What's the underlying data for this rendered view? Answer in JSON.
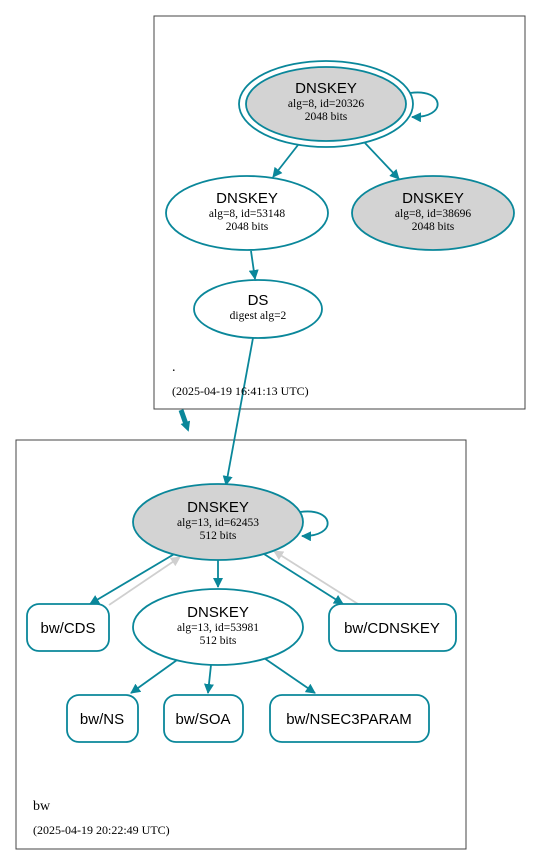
{
  "zones": {
    "root": {
      "name": ".",
      "timestamp": "(2025-04-19 16:41:13 UTC)"
    },
    "bw": {
      "name": "bw",
      "timestamp": "(2025-04-19 20:22:49 UTC)"
    }
  },
  "nodes": {
    "root_ksk": {
      "title": "DNSKEY",
      "line1": "alg=8, id=20326",
      "line2": "2048 bits"
    },
    "root_zsk1": {
      "title": "DNSKEY",
      "line1": "alg=8, id=53148",
      "line2": "2048 bits"
    },
    "root_zsk2": {
      "title": "DNSKEY",
      "line1": "alg=8, id=38696",
      "line2": "2048 bits"
    },
    "ds": {
      "title": "DS",
      "line1": "digest alg=2"
    },
    "bw_ksk": {
      "title": "DNSKEY",
      "line1": "alg=13, id=62453",
      "line2": "512 bits"
    },
    "bw_zsk": {
      "title": "DNSKEY",
      "line1": "alg=13, id=53981",
      "line2": "512 bits"
    },
    "cds": {
      "title": "bw/CDS"
    },
    "cdnskey": {
      "title": "bw/CDNSKEY"
    },
    "ns": {
      "title": "bw/NS"
    },
    "soa": {
      "title": "bw/SOA"
    },
    "nsec3param": {
      "title": "bw/NSEC3PARAM"
    }
  },
  "colors": {
    "edge": "#0a879a",
    "sep_fill": "#d3d3d3",
    "grey_edge": "#cfcfcf"
  }
}
